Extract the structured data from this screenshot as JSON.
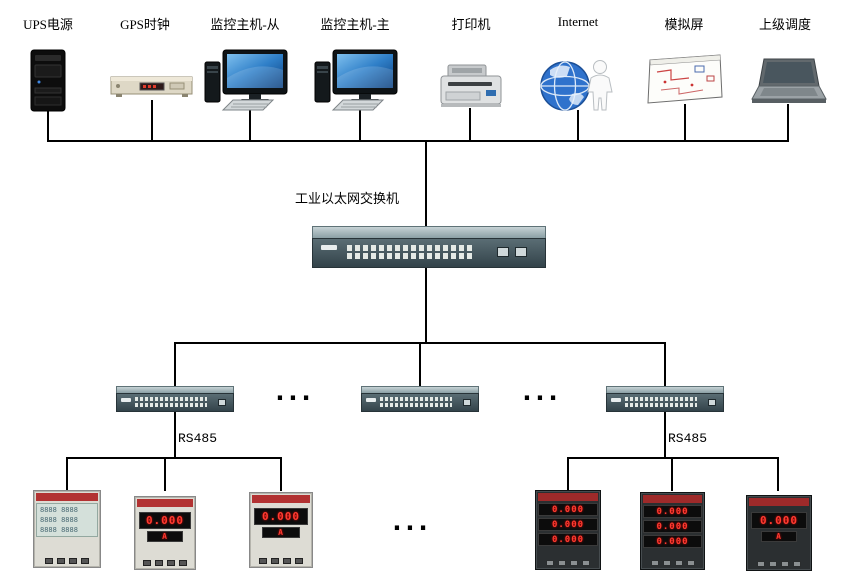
{
  "top_devices": [
    {
      "label": "UPS电源"
    },
    {
      "label": "GPS时钟"
    },
    {
      "label": "监控主机-从"
    },
    {
      "label": "监控主机-主"
    },
    {
      "label": "打印机"
    },
    {
      "label": "Internet"
    },
    {
      "label": "模拟屏"
    },
    {
      "label": "上级调度"
    }
  ],
  "main_switch": {
    "label": "工业以太网交换机"
  },
  "rs485": {
    "left": "RS485",
    "right": "RS485"
  },
  "ellipsis": "...",
  "left_meters": [
    {
      "rows": [
        "8888 8888",
        "8888 8888",
        "8888 8888"
      ]
    },
    {
      "display": "0.000",
      "unit": "A"
    },
    {
      "display": "0.000",
      "unit": "A"
    }
  ],
  "right_meters": [
    {
      "rows": [
        "0.000",
        "0.000",
        "0.000"
      ]
    },
    {
      "rows": [
        "0.000",
        "0.000",
        "0.000"
      ]
    },
    {
      "display": "0.000",
      "unit": "A"
    }
  ],
  "colors": {
    "line": "#000000",
    "switch_top": "#8ba0a5",
    "switch_front": "#3f525a",
    "led_red": "#ff3b30",
    "brand_red": "#b23232"
  }
}
